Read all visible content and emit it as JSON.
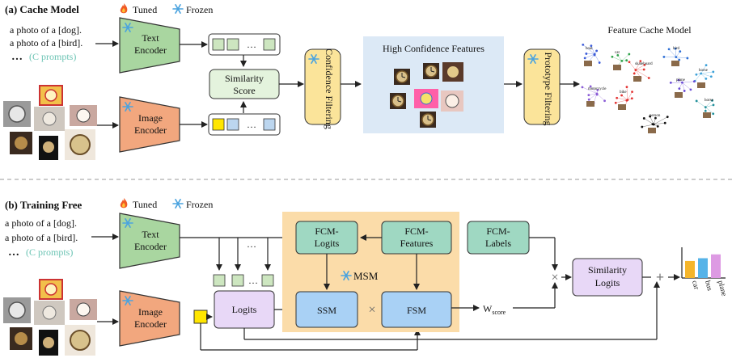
{
  "colors": {
    "encoder_text": "#a9d6a0",
    "encoder_image": "#f2a77e",
    "feature_green": "#cde6c0",
    "feature_blue": "#bcd6ef",
    "feature_yellow": "#ffe600",
    "score_box": "#e4f3dd",
    "filter_box": "#fbe49a",
    "hcf_panel": "#dce9f6",
    "fcm_box": "#9fd8c2",
    "logits_box": "#e8d8f7",
    "ssm_box": "#a9d1f5",
    "msm_panel": "#fbdca9",
    "bar_orange": "#f5b52a",
    "bar_blue": "#55b3e8",
    "bar_purple": "#dd9ae3"
  },
  "icons": {
    "tuned": "flame-icon",
    "frozen": "snowflake-icon"
  },
  "top": {
    "section_label": "(a) Cache Model",
    "legend_tuned": "Tuned",
    "legend_frozen": "Frozen",
    "prompt1": "a photo of a [dog].",
    "prompt2": "a photo of a [bird].",
    "prompt_dots": "…",
    "prompt_c": "(C prompts)",
    "text_encoder_l1": "Text",
    "text_encoder_l2": "Encoder",
    "image_encoder_l1": "Image",
    "image_encoder_l2": "Encoder",
    "feat_dots": "…",
    "similarity_l1": "Similarity",
    "similarity_l2": "Score",
    "confidence_filter": "Confidence Filtering",
    "hcf_title": "High Confidence Features",
    "prototype_filter": "Prototype Filtering",
    "fcm_title": "Feature Cache Model",
    "cluster_labels": [
      "boat",
      "cat",
      "bird",
      "skateboard",
      "horse",
      "plane",
      "motorcycle",
      "bike",
      "person",
      "horse"
    ]
  },
  "bottom": {
    "section_label": "(b) Training Free",
    "legend_tuned": "Tuned",
    "legend_frozen": "Frozen",
    "prompt1": "a photo of a [dog].",
    "prompt2": "a photo of a [bird].",
    "prompt_dots": "…",
    "prompt_c": "(C prompts)",
    "text_encoder_l1": "Text",
    "text_encoder_l2": "Encoder",
    "image_encoder_l1": "Image",
    "image_encoder_l2": "Encoder",
    "arrow_dots": "…",
    "feat_dots": "…",
    "logits": "Logits",
    "fcm_logits_l1": "FCM-",
    "fcm_logits_l2": "Logits",
    "fcm_features_l1": "FCM-",
    "fcm_features_l2": "Features",
    "fcm_labels_l1": "FCM-",
    "fcm_labels_l2": "Labels",
    "msm": "MSM",
    "ssm": "SSM",
    "fsm": "FSM",
    "times": "×",
    "w_score_main": "W",
    "w_score_sub": "score",
    "times2": "×",
    "plus": "+",
    "sim_logits_l1": "Similarity",
    "sim_logits_l2": "Logits",
    "bar_labels": [
      "car",
      "bus",
      "plane"
    ]
  },
  "chart_data": {
    "type": "bar",
    "categories": [
      "car",
      "bus",
      "plane"
    ],
    "values": [
      0.62,
      0.72,
      0.86
    ],
    "ylim": [
      0,
      1
    ]
  }
}
